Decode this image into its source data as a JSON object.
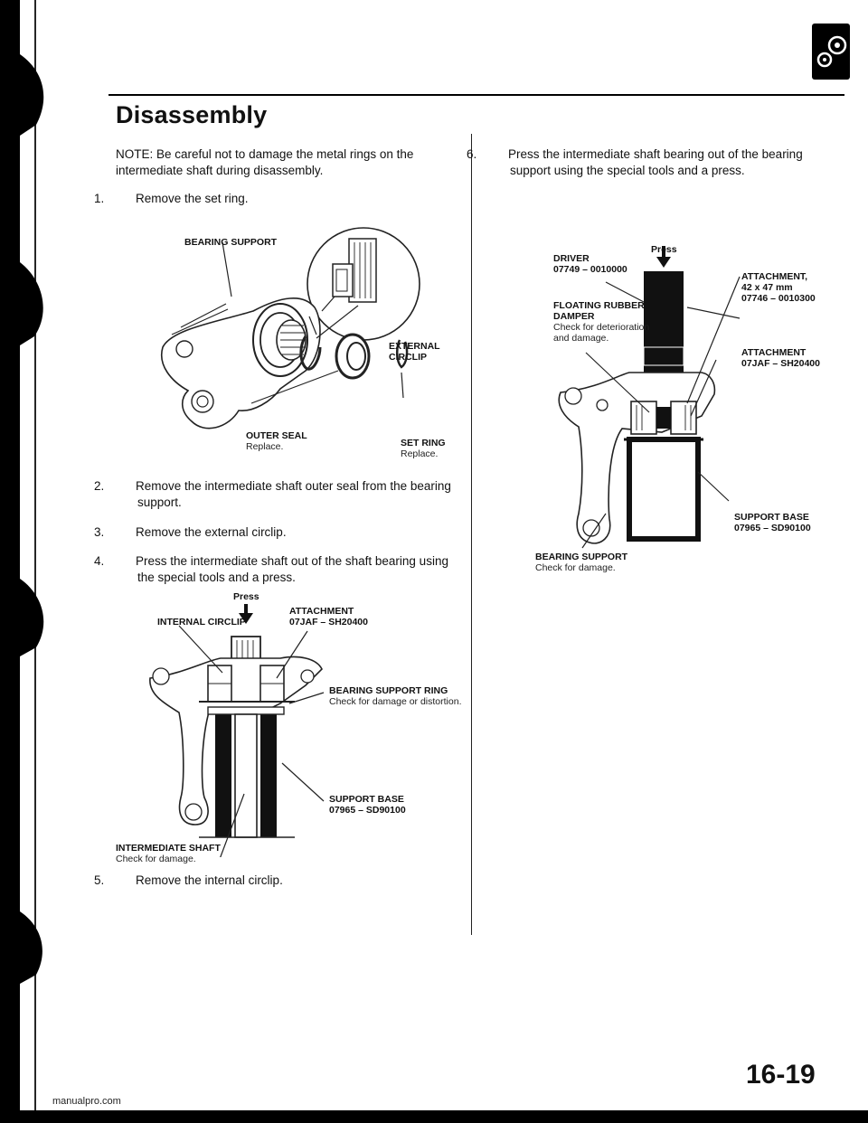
{
  "section_title": "Disassembly",
  "note": "NOTE: Be careful not to damage the metal rings on the intermediate shaft during disassembly.",
  "steps": [
    {
      "num": "1.",
      "text": "Remove the set ring."
    },
    {
      "num": "2.",
      "text": "Remove the intermediate shaft outer seal from the bearing support."
    },
    {
      "num": "3.",
      "text": "Remove the external circlip."
    },
    {
      "num": "4.",
      "text": "Press the intermediate shaft out of the shaft bearing using the special tools and a press."
    },
    {
      "num": "5.",
      "text": "Remove the internal circlip."
    },
    {
      "num": "6.",
      "text": "Press the intermediate shaft bearing out of the bearing support using the special tools and a press."
    }
  ],
  "fig1": {
    "bearing_support": "BEARING SUPPORT",
    "external_circlip_1": "EXTERNAL",
    "external_circlip_2": "CIRCLIP",
    "outer_seal": "OUTER SEAL",
    "outer_seal_note": "Replace.",
    "set_ring": "SET RING",
    "set_ring_note": "Replace."
  },
  "fig2": {
    "press": "Press",
    "attachment_1": "ATTACHMENT",
    "attachment_2": "07JAF – SH20400",
    "internal_circlip": "INTERNAL CIRCLIP",
    "bearing_support_ring": "BEARING SUPPORT RING",
    "bearing_support_ring_note": "Check for damage or distortion.",
    "support_base_1": "SUPPORT BASE",
    "support_base_2": "07965 – SD90100",
    "intermediate_shaft": "INTERMEDIATE SHAFT",
    "intermediate_shaft_note": "Check for damage."
  },
  "fig3": {
    "press": "Press",
    "driver_1": "DRIVER",
    "driver_2": "07749 – 0010000",
    "attachment_a_1": "ATTACHMENT,",
    "attachment_a_2": "42 x 47 mm",
    "attachment_a_3": "07746 – 0010300",
    "floating_1": "FLOATING RUBBER",
    "floating_2": "DAMPER",
    "floating_note_1": "Check for deterioration",
    "floating_note_2": "and damage.",
    "attachment_b_1": "ATTACHMENT",
    "attachment_b_2": "07JAF – SH20400",
    "support_base_1": "SUPPORT BASE",
    "support_base_2": "07965 – SD90100",
    "bearing_support": "BEARING SUPPORT",
    "bearing_support_note": "Check for damage."
  },
  "page_number": "16-19",
  "footer_url": "manualpro.com"
}
